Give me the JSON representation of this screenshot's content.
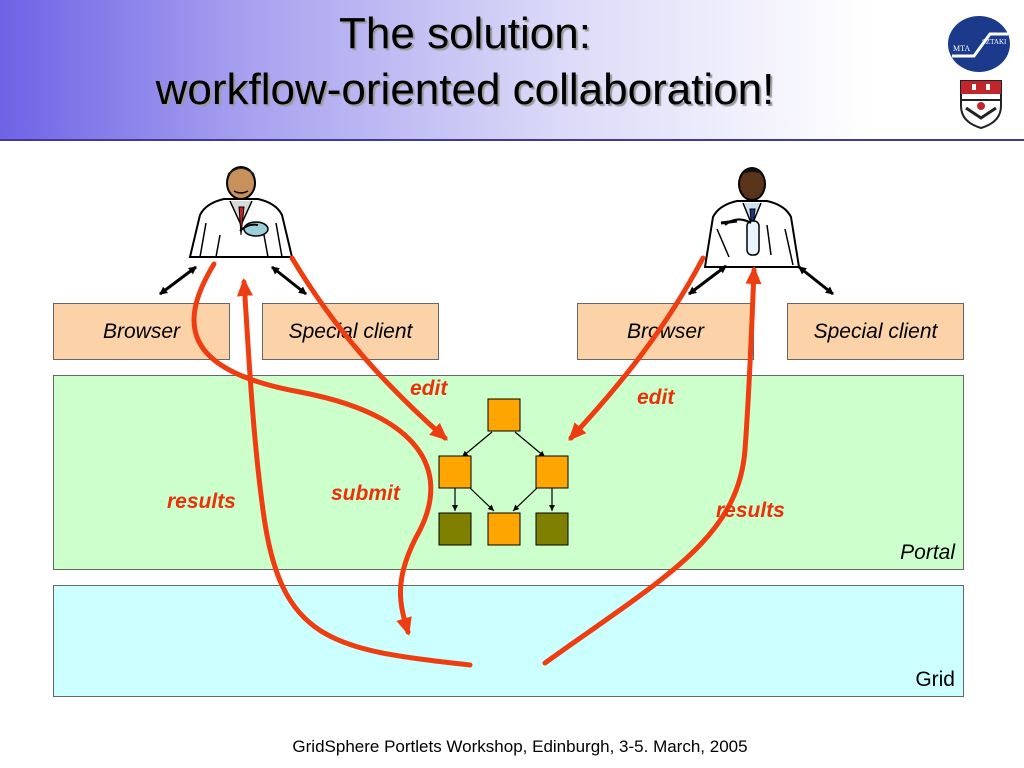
{
  "slide": {
    "title_line1": "The solution:",
    "title_line2": "workflow-oriented collaboration!",
    "footer": "GridSphere Portlets Workshop, Edinburgh, 3-5. March, 2005"
  },
  "logos": {
    "top_left_text": "MTA",
    "top_right_text": "SZTAKI"
  },
  "left_user": {
    "browser_label": "Browser",
    "special_client_label": "Special client"
  },
  "right_user": {
    "browser_label": "Browser",
    "special_client_label": "Special client"
  },
  "regions": {
    "portal_label": "Portal",
    "grid_label": "Grid"
  },
  "flow_labels": {
    "edit_left": "edit",
    "edit_right": "edit",
    "submit": "submit",
    "results_left": "results",
    "results_right": "results"
  },
  "colors": {
    "arrow": "#ee3d10",
    "node_pending": "#ffa500",
    "node_done": "#808000"
  }
}
